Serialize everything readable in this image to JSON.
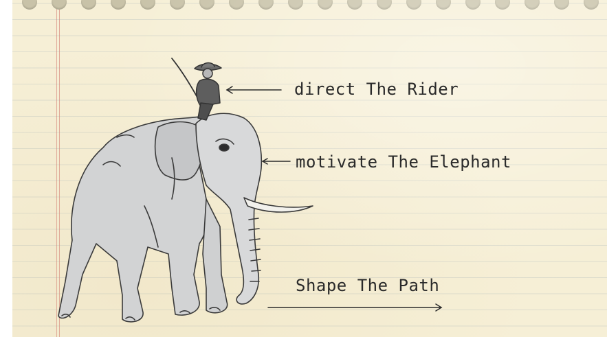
{
  "annotations": {
    "rider_label": "direct The Rider",
    "elephant_label": "motivate The Elephant",
    "path_label": "Shape The Path"
  }
}
